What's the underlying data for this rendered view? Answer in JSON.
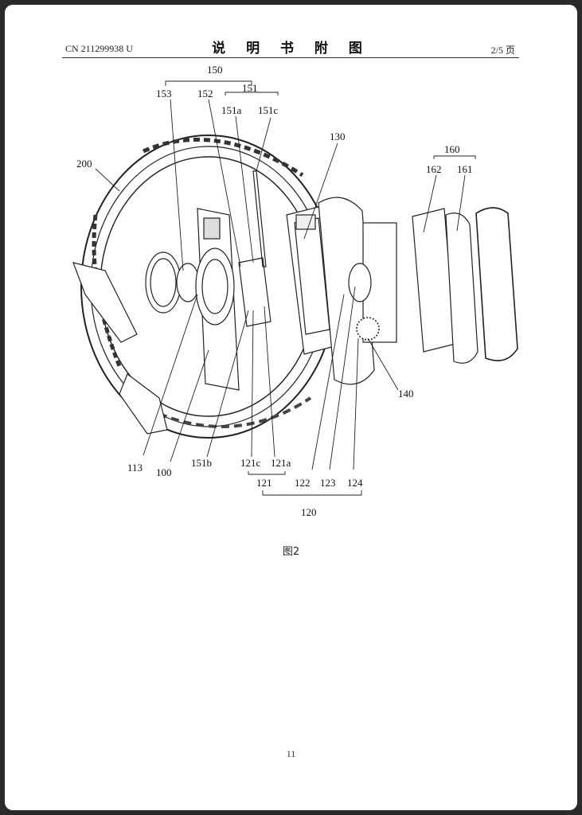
{
  "header": {
    "doc_number": "CN 211299938 U",
    "title": "说 明 书 附 图",
    "page_of": "2/5 页"
  },
  "figure": {
    "caption": "图2",
    "labels": {
      "l150": "150",
      "l151": "151",
      "l153": "153",
      "l152": "152",
      "l151a": "151a",
      "l151c": "151c",
      "l200": "200",
      "l130": "130",
      "l160": "160",
      "l162": "162",
      "l161": "161",
      "l140": "140",
      "l113": "113",
      "l100": "100",
      "l151b": "151b",
      "l121c": "121c",
      "l121a": "121a",
      "l121": "121",
      "l122": "122",
      "l123": "123",
      "l124": "124",
      "l120": "120"
    }
  },
  "footer": {
    "page_number": "11"
  }
}
